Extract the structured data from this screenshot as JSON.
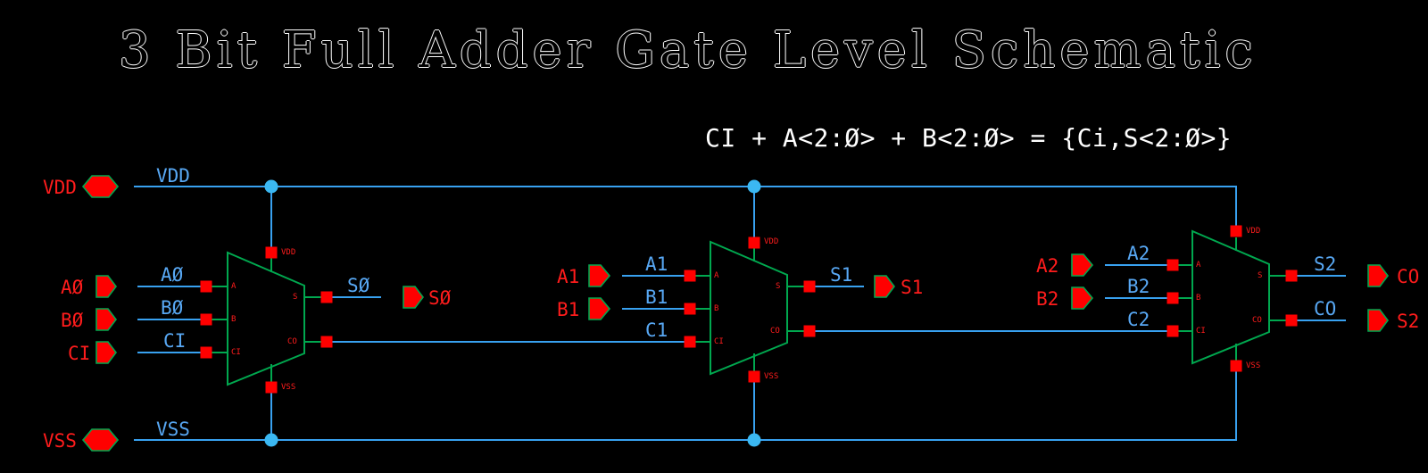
{
  "title": "3 Bit Full Adder Gate Level Schematic",
  "equation": "CI + A<2:Ø> + B<2:Ø> = {Ci,S<2:Ø>}",
  "colors": {
    "background": "#000000",
    "wire": "#38A1F0",
    "junction": "#3BB8F2",
    "green": "#00A84F",
    "red": "#FF0000",
    "red_label": "#FF1C1C",
    "blue_label": "#58A8F4",
    "white": "#FFFFFF"
  },
  "power_ports": {
    "vdd": {
      "port": "VDD",
      "net": "VDD"
    },
    "vss": {
      "port": "VSS",
      "net": "VSS"
    }
  },
  "cell_pins": {
    "a": "A",
    "b": "B",
    "ci": "CI",
    "s": "S",
    "co": "CO",
    "vdd": "VDD",
    "vss": "VSS"
  },
  "stages": [
    {
      "inputs": [
        {
          "port": "AØ",
          "net": "AØ"
        },
        {
          "port": "BØ",
          "net": "BØ"
        },
        {
          "port": "CI",
          "net": "CI"
        }
      ],
      "sum": {
        "net": "SØ",
        "port": "SØ"
      }
    },
    {
      "inputs": [
        {
          "port": "A1",
          "net": "A1"
        },
        {
          "port": "B1",
          "net": "B1"
        }
      ],
      "carry_in_net": "C1",
      "sum": {
        "net": "S1",
        "port": "S1"
      }
    },
    {
      "inputs": [
        {
          "port": "A2",
          "net": "A2"
        },
        {
          "port": "B2",
          "net": "B2"
        }
      ],
      "carry_in_net": "C2",
      "sum": {
        "net": "S2",
        "port": "CO"
      },
      "carry_out": {
        "net": "CO",
        "port": "S2"
      }
    }
  ]
}
